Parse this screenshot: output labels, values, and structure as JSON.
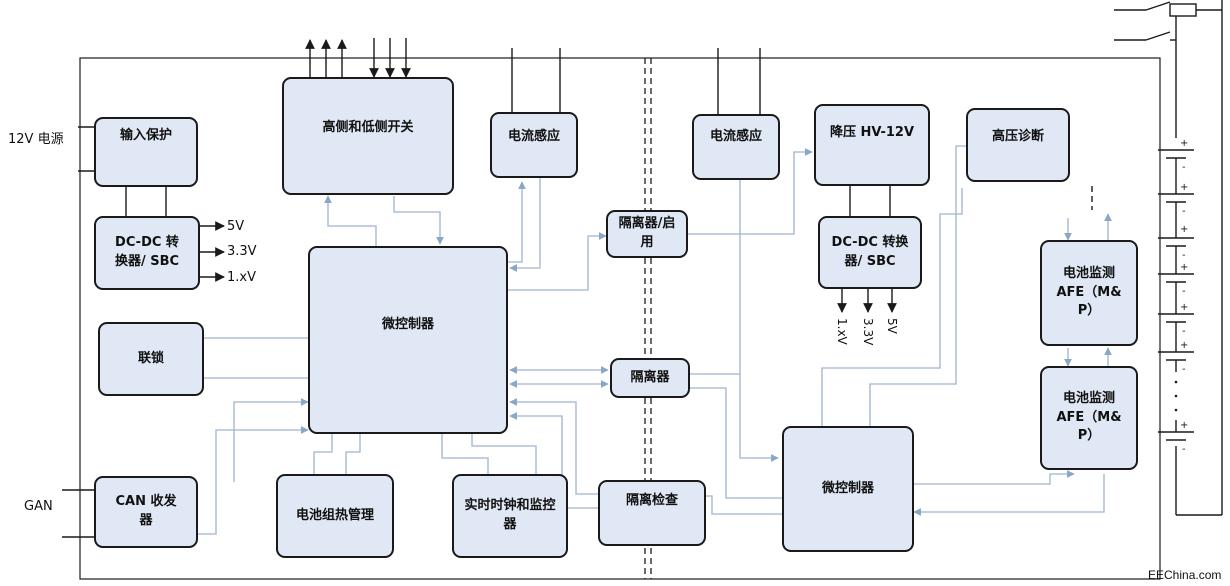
{
  "boxes": {
    "input_protect": "输入保护",
    "dcdc_left": "DC-DC 转\n换器/ SBC",
    "hs_ls_switch": "高侧和低侧开关",
    "current_sense_left": "电流感应",
    "mcu_left": "微控制器",
    "interlock": "联锁",
    "can": "CAN 收发\n器",
    "thermal": "电池组热管理",
    "rtc": "实时时钟和监控\n器",
    "isolator_enable": "隔离器/启\n用",
    "isolator": "隔离器",
    "isolation_check": "隔离检查",
    "current_sense_right": "电流感应",
    "buck": "降压 HV-12V",
    "hv_diag": "高压诊断",
    "dcdc_right": "DC-DC 转换\n器/ SBC",
    "mcu_right": "微控制器",
    "afe_top": "电池监测\nAFE（M&\nP）",
    "afe_bottom": "电池监测\nAFE（M&\nP）"
  },
  "labels": {
    "power_12v": "12V 电源",
    "gan": "GAN",
    "out_5v": "5V",
    "out_33v": "3.3V",
    "out_1xv": "1.xV",
    "r_out_1xv": "1.xV",
    "r_out_33v": "3.3V",
    "r_out_5v": "5V",
    "watermark": "EEChina.com"
  },
  "colors": {
    "box_fill": "#dfe8f4",
    "box_border": "#1a1a1a",
    "signal_line": "#9db4cf",
    "power_line": "#1a1a1a"
  }
}
